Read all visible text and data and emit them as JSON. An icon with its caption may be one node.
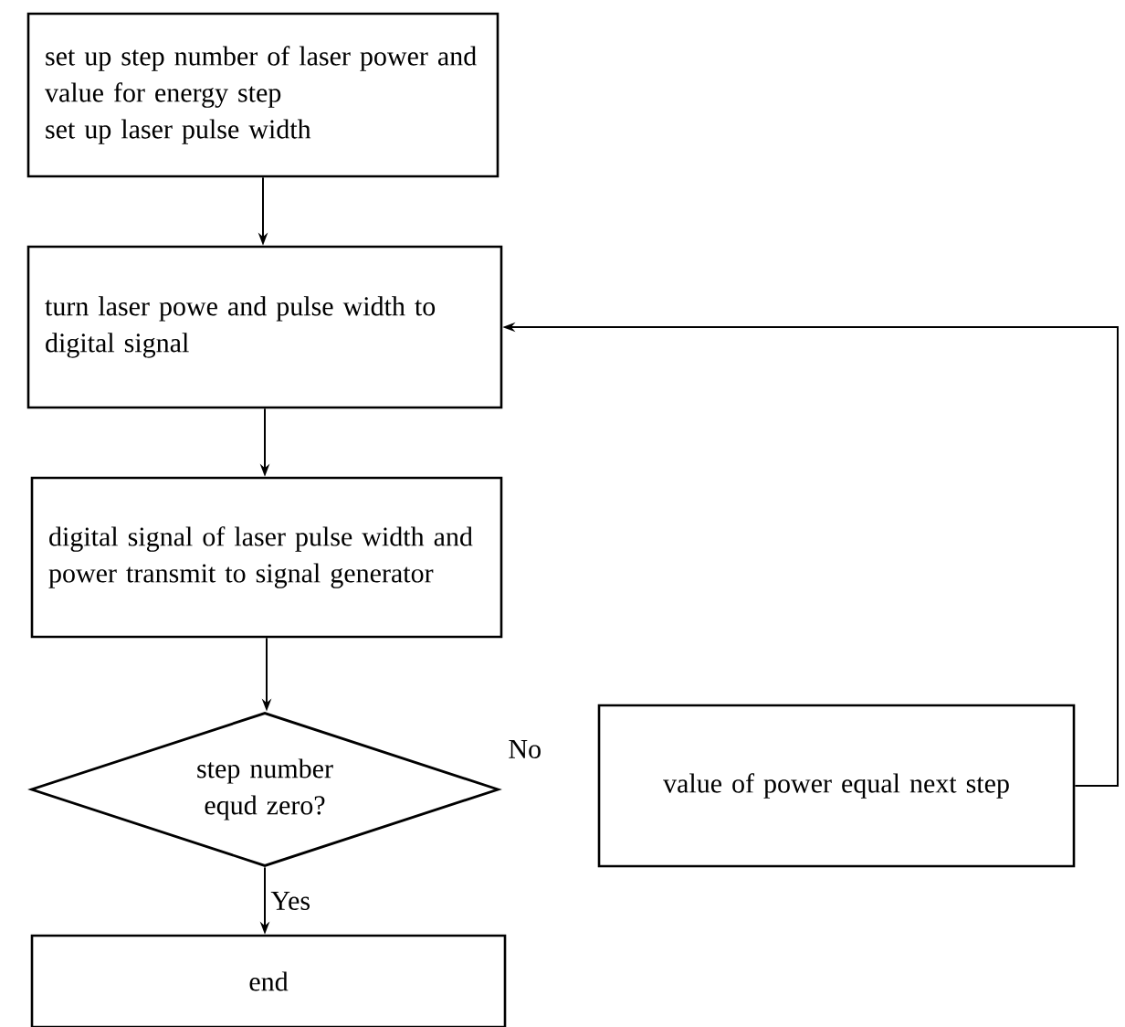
{
  "diagram": {
    "nodes": [
      {
        "text": [
          "set up step number of laser power and value for energy step",
          "set up laser pulse width"
        ]
      },
      {
        "text": [
          "turn laser powe and pulse width to digital signal"
        ]
      },
      {
        "text": [
          "digital signal of laser pulse width and power transmit to signal generator"
        ]
      },
      {
        "text": [
          "step number equd zero?"
        ]
      },
      {
        "text": [
          "value of power equal next step"
        ]
      },
      {
        "text": [
          "end"
        ]
      }
    ],
    "edges": [
      {
        "from": 0,
        "to": 1,
        "arrow": "to"
      },
      {
        "from": 1,
        "to": 2,
        "arrow": "to"
      },
      {
        "from": 2,
        "to": 3,
        "arrow": "to"
      },
      {
        "from": 3,
        "to": 5,
        "arrow": "to",
        "label": "Yes"
      },
      {
        "from": 4,
        "to": 1,
        "arrow": "to"
      }
    ],
    "labels": [
      "No"
    ]
  }
}
